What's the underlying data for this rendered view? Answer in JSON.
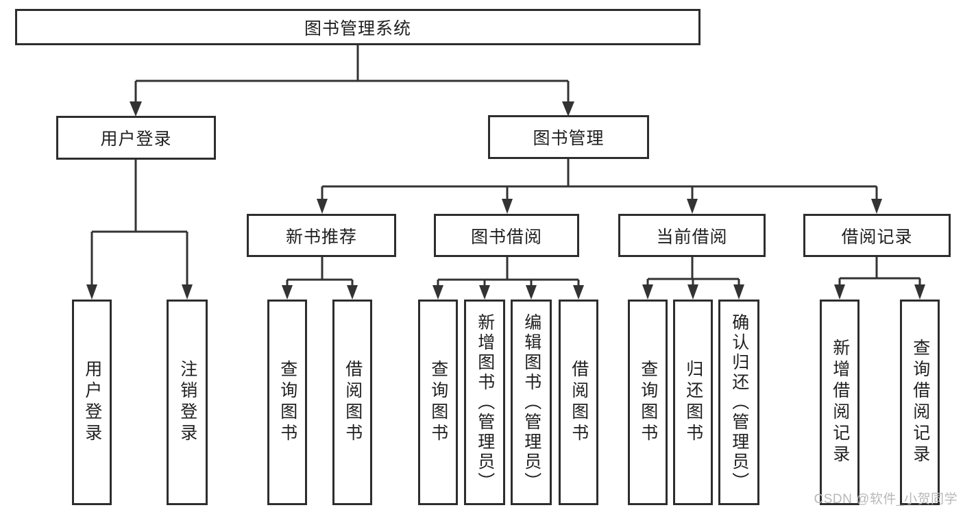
{
  "colors": {
    "border": "#2d2d2d",
    "line": "#333333",
    "text": "#1f1f1f",
    "background": "#ffffff",
    "watermark": "#b8b8b8"
  },
  "watermark": {
    "text": "CSDN @软件_小贺同学"
  },
  "tree": {
    "root": {
      "label": "图书管理系统",
      "children": [
        {
          "label": "用户登录",
          "children": [
            {
              "label": "用户登录"
            },
            {
              "label": "注销登录"
            }
          ]
        },
        {
          "label": "图书管理",
          "children": [
            {
              "label": "新书推荐",
              "children": [
                {
                  "label": "查询图书"
                },
                {
                  "label": "借阅图书"
                }
              ]
            },
            {
              "label": "图书借阅",
              "children": [
                {
                  "label": "查询图书"
                },
                {
                  "label": "新增图书（管理员）"
                },
                {
                  "label": "编辑图书（管理员）"
                },
                {
                  "label": "借阅图书"
                }
              ]
            },
            {
              "label": "当前借阅",
              "children": [
                {
                  "label": "查询图书"
                },
                {
                  "label": "归还图书"
                },
                {
                  "label": "确认归还（管理员）"
                }
              ]
            },
            {
              "label": "借阅记录",
              "children": [
                {
                  "label": "新增借阅记录"
                },
                {
                  "label": "查询借阅记录"
                }
              ]
            }
          ]
        }
      ]
    }
  }
}
